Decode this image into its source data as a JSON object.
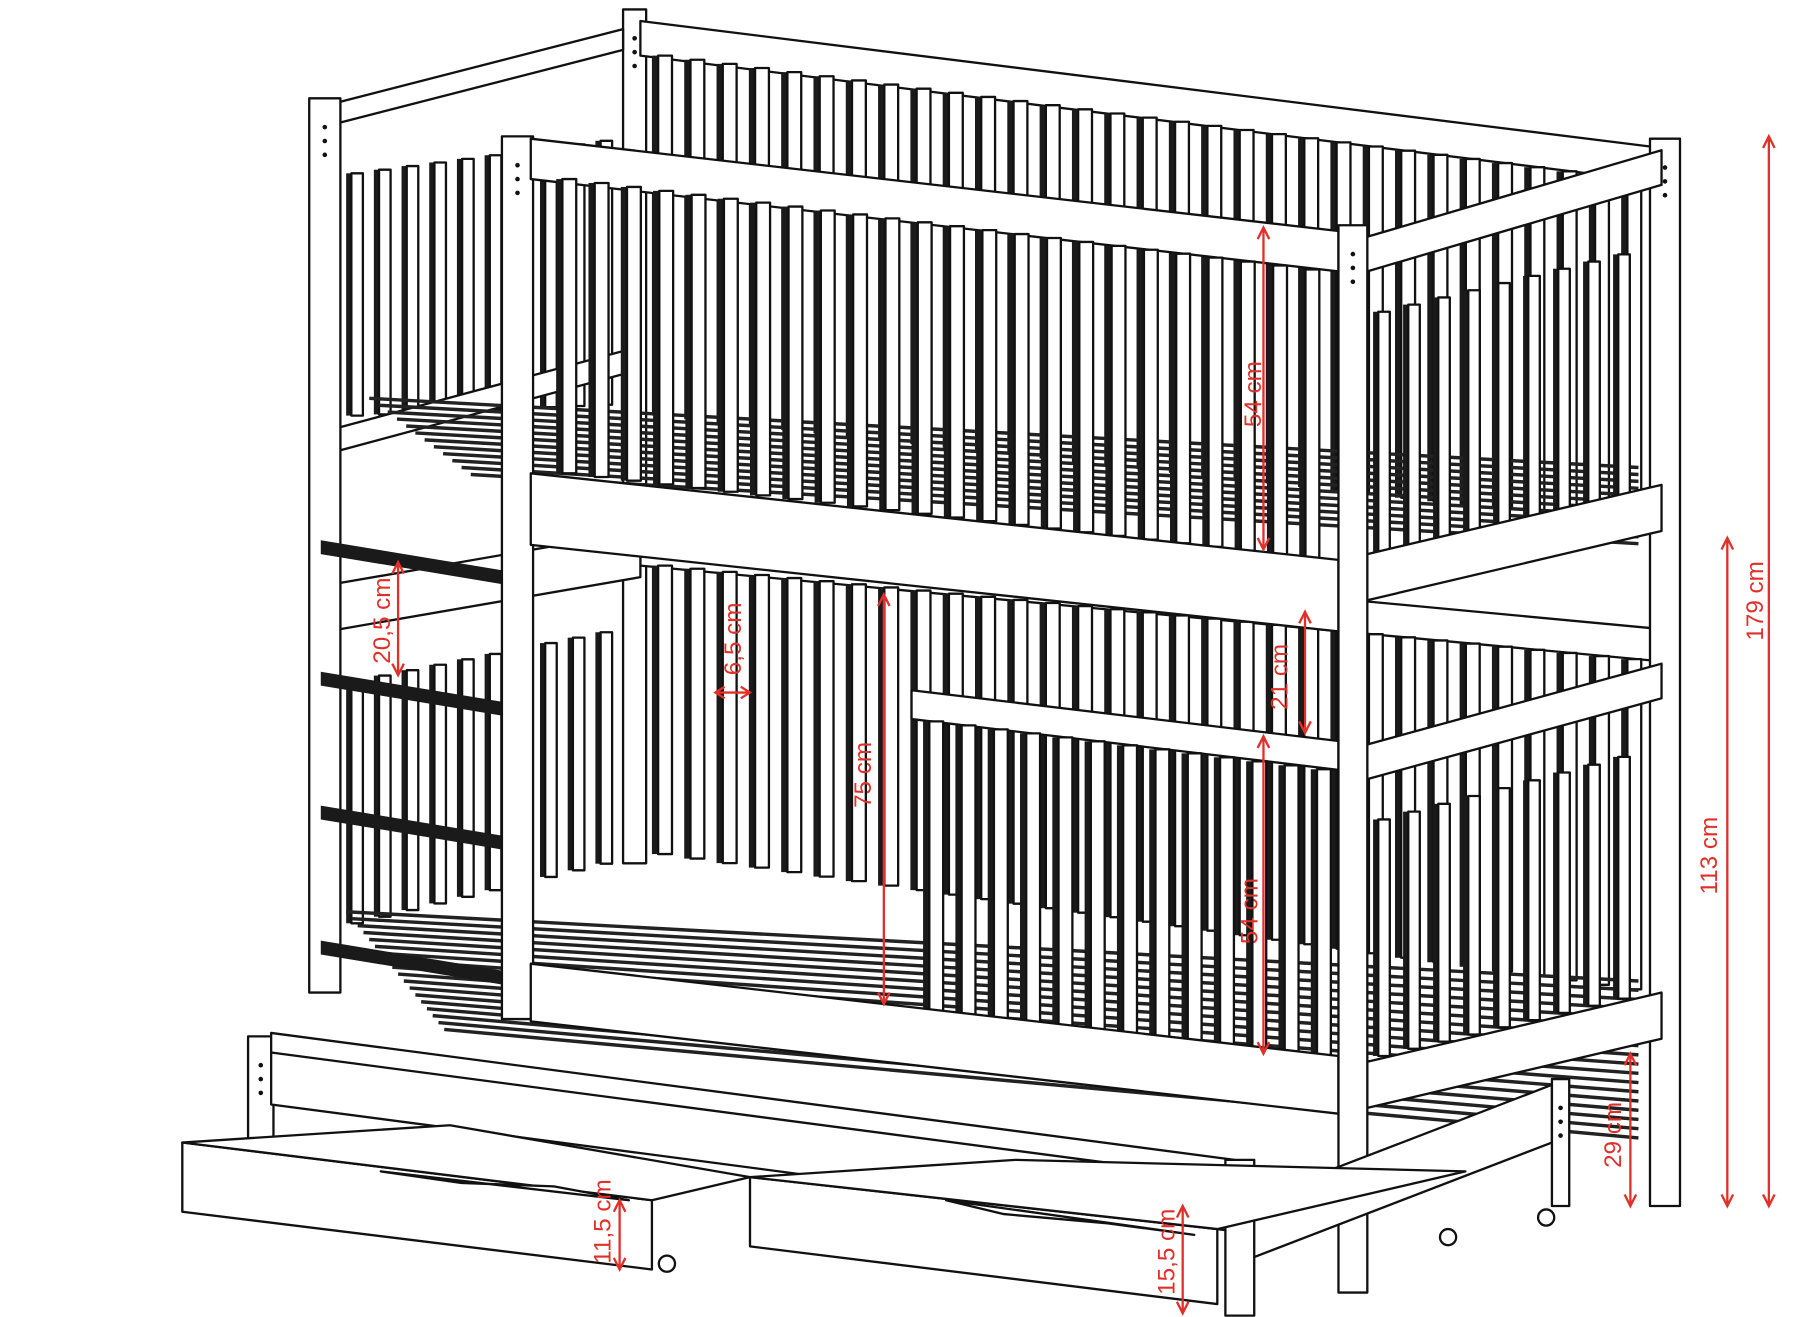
{
  "colors": {
    "dimension": "#e0302a",
    "line": "#111111"
  },
  "dimensions": {
    "total_height": "179 cm",
    "upper_bed_height": "113 cm",
    "trundle_height": "29 cm",
    "upper_guard": "54 cm",
    "lower_guard": "54 cm",
    "gap_upper_lower": "21 cm",
    "lower_clearance": "75 cm",
    "slat_gap": "6,5 cm",
    "ladder_step": "20,5 cm",
    "left_drawer_height": "11,5 cm",
    "right_drawer_height": "15,5 cm"
  }
}
